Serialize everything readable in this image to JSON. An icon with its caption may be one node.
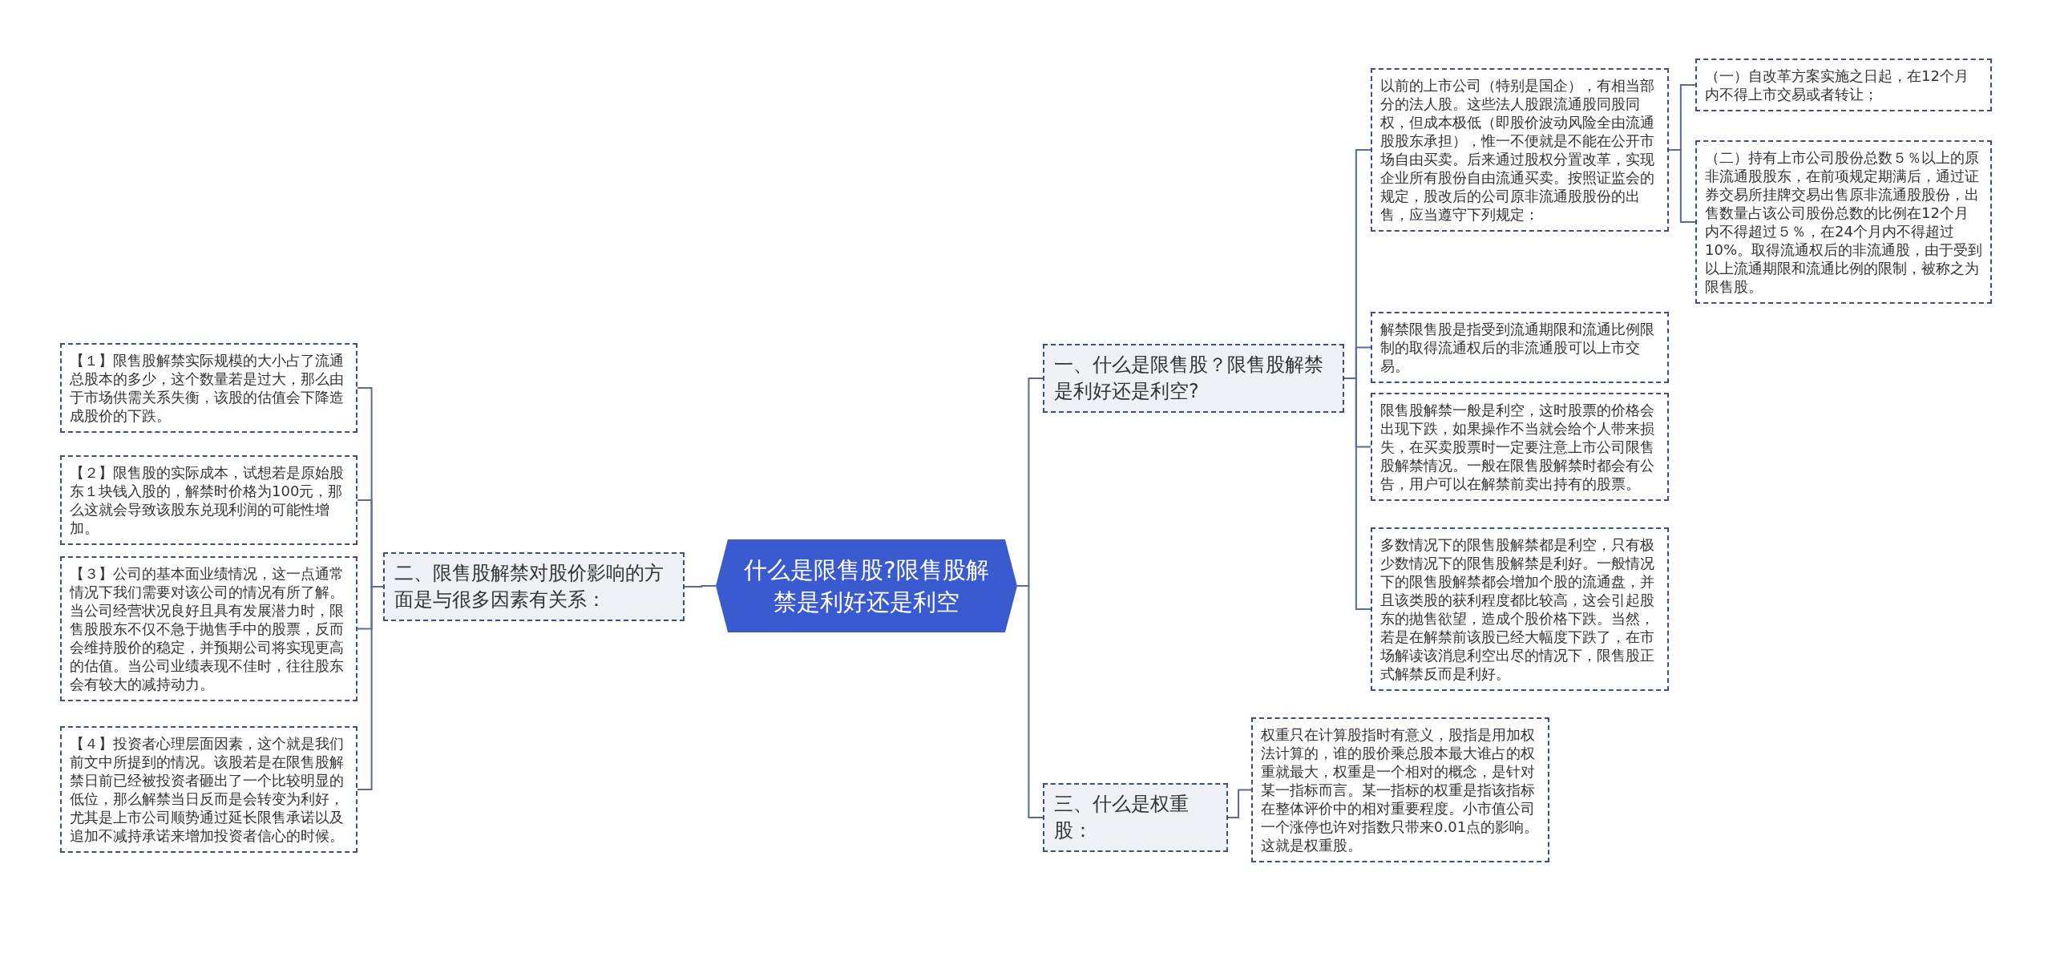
{
  "diagram": {
    "nodes": [
      {
        "text": [
          "什么是限售股?限售股解禁是利好还是利空"
        ]
      },
      {
        "text": [
          "一、什么是限售股？限售股解禁是利好还是利空?"
        ]
      },
      {
        "text": [
          "以前的上市公司（特别是国企），有相当部分的法人股。这些法人股跟流通股同股同权，但成本极低（即股价波动风险全由流通股股东承担），惟一不便就是不能在公开市场自由买卖。后来通过股权分置改革，实现企业所有股份自由流通买卖。按照证监会的规定，股改后的公司原非流通股股份的出售，应当遵守下列规定："
        ]
      },
      {
        "text": [
          "（一）自改革方案实施之日起，在12个月内不得上市交易或者转让；"
        ]
      },
      {
        "text": [
          "（二）持有上市公司股份总数５％以上的原非流通股股东，在前项规定期满后，通过证券交易所挂牌交易出售原非流通股股份，出售数量占该公司股份总数的比例在12个月内不得超过５％，在24个月内不得超过10%。取得流通权后的非流通股，由于受到以上流通期限和流通比例的限制，被称之为限售股。"
        ]
      },
      {
        "text": [
          "解禁限售股是指受到流通期限和流通比例限制的取得流通权后的非流通股可以上市交易。"
        ]
      },
      {
        "text": [
          "限售股解禁一般是利空，这时股票的价格会出现下跌，如果操作不当就会给个人带来损失，在买卖股票时一定要注意上市公司限售股解禁情况。一般在限售股解禁时都会有公告，用户可以在解禁前卖出持有的股票。"
        ]
      },
      {
        "text": [
          "多数情况下的限售股解禁都是利空，只有极少数情况下的限售股解禁是利好。一般情况下的限售股解禁都会增加个股的流通盘，并且该类股的获利程度都比较高，这会引起股东的抛售欲望，造成个股价格下跌。当然，若是在解禁前该股已经大幅度下跌了，在市场解读该消息利空出尽的情况下，限售股正式解禁反而是利好。"
        ]
      },
      {
        "text": [
          "三、什么是权重股："
        ]
      },
      {
        "text": [
          "权重只在计算股指时有意义，股指是用加权法计算的，谁的股价乘总股本最大谁占的权重就最大，权重是一个相对的概念，是针对某一指标而言。某一指标的权重是指该指标在整体评价中的相对重要程度。小市值公司一个涨停也许对指数只带来0.01点的影响。这就是权重股。"
        ]
      },
      {
        "text": [
          "二、限售股解禁对股价影响的方面是与很多因素有关系："
        ]
      },
      {
        "text": [
          "【１】限售股解禁实际规模的大小占了流通总股本的多少，这个数量若是过大，那么由于市场供需关系失衡，该股的估值会下降造成股价的下跌。"
        ]
      },
      {
        "text": [
          "【２】限售股的实际成本，试想若是原始股东１块钱入股的，解禁时价格为100元，那么这就会导致该股东兑现利润的可能性增加。"
        ]
      },
      {
        "text": [
          "【３】公司的基本面业绩情况，这一点通常情况下我们需要对该公司的情况有所了解。当公司经营状况良好且具有发展潜力时，限售股股东不仅不急于抛售手中的股票，反而会维持股价的稳定，并预期公司将实现更高的估值。当公司业绩表现不佳时，往往股东会有较大的减持动力。"
        ]
      },
      {
        "text": [
          "【４】投资者心理层面因素，这个就是我们前文中所提到的情况。该股若是在限售股解禁日前已经被投资者砸出了一个比较明显的低位，那么解禁当日反而是会转变为利好，尤其是上市公司顺势通过延长限售承诺以及追加不减持承诺来增加投资者信心的时候。"
        ]
      }
    ],
    "edges": [
      {
        "from": 0,
        "to": 1,
        "arrow": "none"
      },
      {
        "from": 0,
        "to": 8,
        "arrow": "none"
      },
      {
        "from": 0,
        "to": 10,
        "arrow": "none"
      },
      {
        "from": 1,
        "to": 2,
        "arrow": "none"
      },
      {
        "from": 1,
        "to": 5,
        "arrow": "none"
      },
      {
        "from": 1,
        "to": 6,
        "arrow": "none"
      },
      {
        "from": 1,
        "to": 7,
        "arrow": "none"
      },
      {
        "from": 2,
        "to": 3,
        "arrow": "none"
      },
      {
        "from": 2,
        "to": 4,
        "arrow": "none"
      },
      {
        "from": 8,
        "to": 9,
        "arrow": "none"
      },
      {
        "from": 10,
        "to": 11,
        "arrow": "none"
      },
      {
        "from": 10,
        "to": 12,
        "arrow": "none"
      },
      {
        "from": 10,
        "to": 13,
        "arrow": "none"
      },
      {
        "from": 10,
        "to": 14,
        "arrow": "none"
      }
    ]
  }
}
